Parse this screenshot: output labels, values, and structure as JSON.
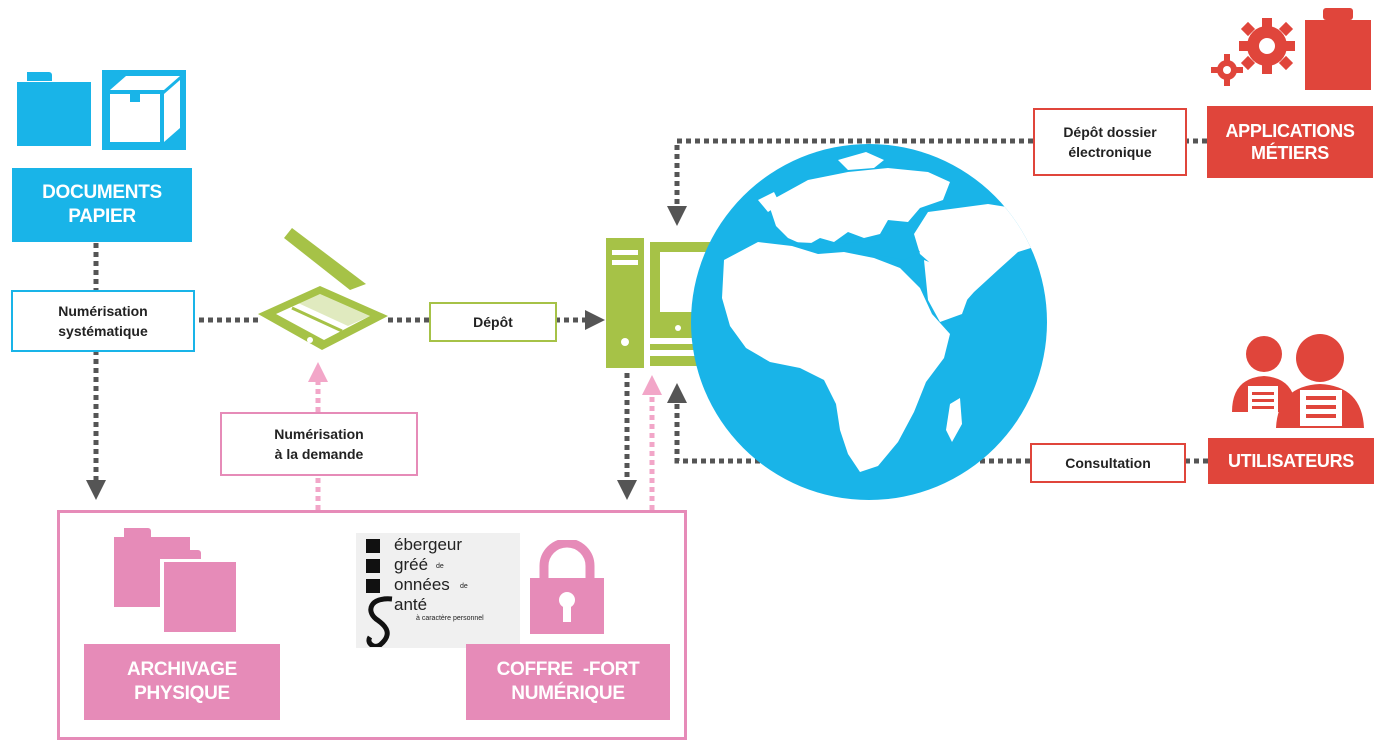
{
  "colors": {
    "blue": "#19b4e8",
    "green": "#a6c247",
    "pink": "#e68bb8",
    "red": "#e0453b",
    "arrow": "#555555"
  },
  "sources": {
    "documents_papier": {
      "line1": "DOCUMENTS",
      "line2": "PAPIER",
      "icons": [
        "folder-icon",
        "box-icon"
      ]
    }
  },
  "steps": {
    "numerisation_systematique": {
      "line1": "Numérisation",
      "line2": "systématique"
    },
    "depot": "Dépôt",
    "numerisation_demande": {
      "line1": "Numérisation",
      "line2": "à la demande"
    },
    "depot_dossier": {
      "line1": "Dépôt dossier",
      "line2": "électronique"
    },
    "consultation": "Consultation"
  },
  "targets": {
    "applications_metiers": {
      "line1": "APPLICATIONS",
      "line2": "MÉTIERS",
      "icons": [
        "gears-icon",
        "briefcase-icon"
      ]
    },
    "utilisateurs": {
      "line1": "UTILISATEURS",
      "icons": [
        "users-icon"
      ]
    }
  },
  "storage": {
    "archivage_physique": {
      "line1": "ARCHIVAGE",
      "line2": "PHYSIQUE"
    },
    "coffre_fort": {
      "line1": "COFFRE  -FORT",
      "line2": "NUMÉRIQUE"
    },
    "hads_logo": {
      "l1": "ébergeur",
      "l2": "gréé",
      "l2s": "de",
      "l3": "onnées",
      "l3s": "de",
      "l4": "anté",
      "l5": "à caractère personnel"
    }
  },
  "devices": [
    "scanner-icon",
    "computer-icon",
    "globe-icon"
  ]
}
